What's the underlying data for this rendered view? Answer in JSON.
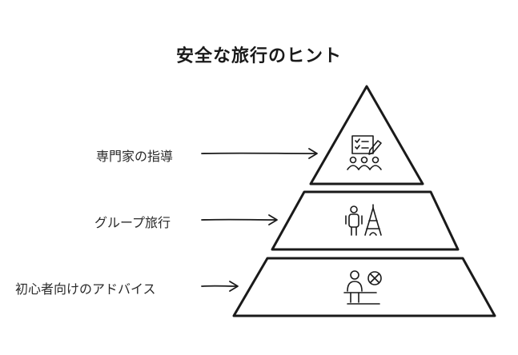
{
  "title": "安全な旅行のヒント",
  "levels": [
    {
      "label": "専門家の指導",
      "icon": "expert-checklist-group-icon"
    },
    {
      "label": "グループ旅行",
      "icon": "traveler-eiffel-tower-icon"
    },
    {
      "label": "初心者向けのアドバイス",
      "icon": "beginner-prohibited-icon"
    }
  ]
}
